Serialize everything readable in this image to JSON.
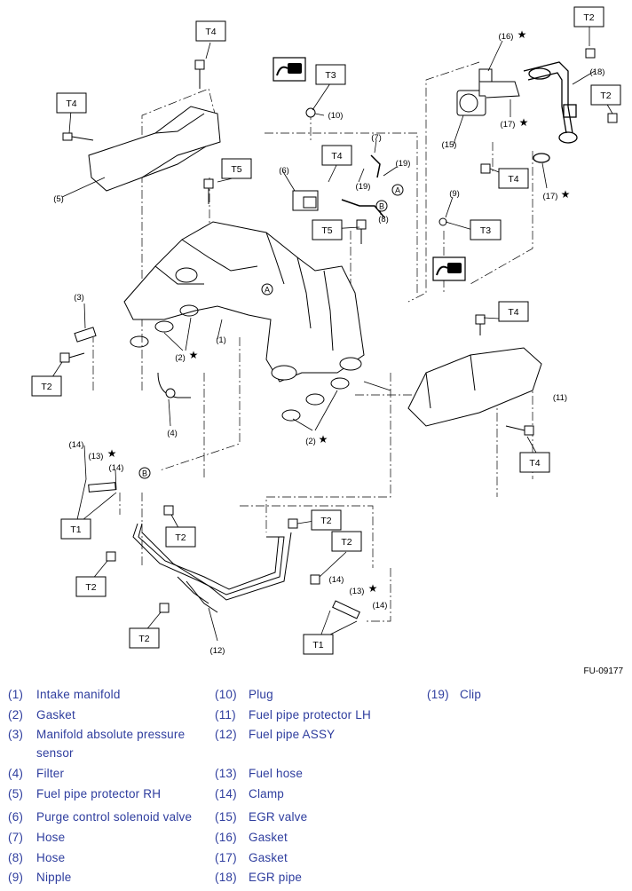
{
  "figure_id": "FU-09177",
  "torque_tags": {
    "t1": "T1",
    "t2": "T2",
    "t3": "T3",
    "t4": "T4",
    "t5": "T5"
  },
  "callouts": {
    "c1": "(1)",
    "c2": "(2)",
    "c3": "(3)",
    "c4": "(4)",
    "c5": "(5)",
    "c6": "(6)",
    "c7": "(7)",
    "c8": "(8)",
    "c9": "(9)",
    "c10": "(10)",
    "c11": "(11)",
    "c12": "(12)",
    "c13": "(13)",
    "c14": "(14)",
    "c15": "(15)",
    "c16": "(16)",
    "c17": "(17)",
    "c18": "(18)",
    "c19": "(19)"
  },
  "markers": {
    "a": "A",
    "b": "B",
    "star": "★"
  },
  "legend": [
    {
      "num": "(1)",
      "text": "Intake manifold"
    },
    {
      "num": "(2)",
      "text": "Gasket"
    },
    {
      "num": "(3)",
      "text": "Manifold absolute pressure sensor"
    },
    {
      "num": "(4)",
      "text": "Filter"
    },
    {
      "num": "(5)",
      "text": "Fuel pipe protector RH"
    },
    {
      "num": "(6)",
      "text": "Purge control solenoid valve"
    },
    {
      "num": "(7)",
      "text": "Hose"
    },
    {
      "num": "(8)",
      "text": "Hose"
    },
    {
      "num": "(9)",
      "text": "Nipple"
    },
    {
      "num": "(10)",
      "text": "Plug"
    },
    {
      "num": "(11)",
      "text": "Fuel pipe protector LH"
    },
    {
      "num": "(12)",
      "text": "Fuel pipe ASSY"
    },
    {
      "num": "(13)",
      "text": "Fuel hose"
    },
    {
      "num": "(14)",
      "text": "Clamp"
    },
    {
      "num": "(15)",
      "text": "EGR valve"
    },
    {
      "num": "(16)",
      "text": "Gasket"
    },
    {
      "num": "(17)",
      "text": "Gasket"
    },
    {
      "num": "(18)",
      "text": "EGR pipe"
    },
    {
      "num": "(19)",
      "text": "Clip"
    }
  ]
}
